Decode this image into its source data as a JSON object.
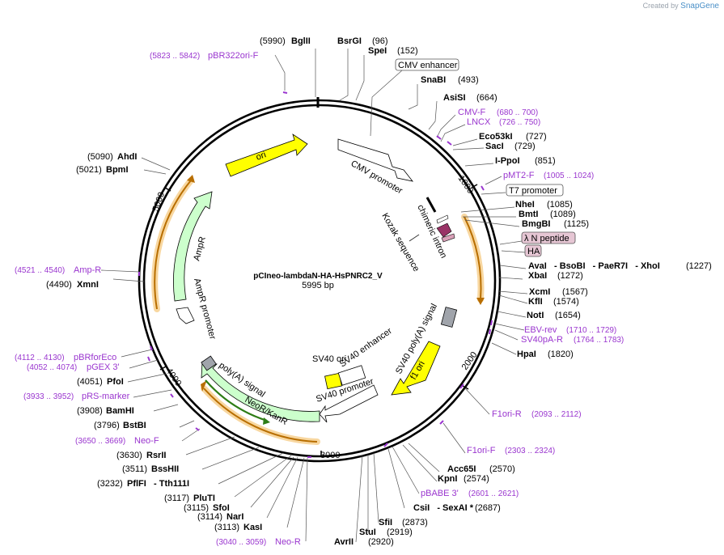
{
  "credit": {
    "prefix": "Created by",
    "brand": "SnapGene"
  },
  "plasmid": {
    "name": "pCIneo-lambdaN-HA-HsPNRC2_V",
    "size": "5995 bp"
  },
  "ticks": [
    "1000",
    "2000",
    "3000",
    "4000",
    "5000"
  ],
  "features": {
    "ori": "ori",
    "cmv_promoter": "CMV promoter",
    "chimeric_intron": "chimeric intron",
    "kozak": "Kozak sequence",
    "ampr": "AmpR",
    "ampr_promoter": "AmpR promoter",
    "sv40_polya": "SV40 poly(A) signal",
    "f1_ori": "f1 ori",
    "sv40_ori": "SV40 ori",
    "sv40_enhancer": "SV40 enhancer",
    "sv40_promoter": "SV40 promoter",
    "polya_signal": "poly(A) signal",
    "neor": "NeoR/KanR"
  },
  "boxed": {
    "cmv_enhancer": "CMV enhancer",
    "t7_promoter": "T7 promoter",
    "lambda_n": "λ N peptide",
    "ha": "HA"
  },
  "sites": {
    "bglII_pos": "(5990)",
    "bglII": "BglII",
    "bsrGI": "BsrGI",
    "bsrGI_pos": "(96)",
    "speI": "SpeI",
    "speI_pos": "(152)",
    "snaBI": "SnaBI",
    "snaBI_pos": "(493)",
    "asiSI": "AsiSI",
    "asiSI_pos": "(664)",
    "eco53kI": "Eco53kI",
    "eco53kI_pos": "(727)",
    "sacI": "SacI",
    "sacI_pos": "(729)",
    "ippoI": "I-PpoI",
    "ippoI_pos": "(851)",
    "nheI": "NheI",
    "nheI_pos": "(1085)",
    "bmtI": "BmtI",
    "bmtI_pos": "(1089)",
    "bmgBI": "BmgBI",
    "bmgBI_pos": "(1125)",
    "avaI_line": "AvaI   - BsoBI   - PaeR7I   - XhoI",
    "avaI_pos": "(1227)",
    "xbaI": "XbaI",
    "xbaI_pos": "(1272)",
    "xcmI": "XcmI",
    "xcmI_pos": "(1567)",
    "kflI": "KflI",
    "kflI_pos": "(1574)",
    "notI": "NotI",
    "notI_pos": "(1654)",
    "hpaI": "HpaI",
    "hpaI_pos": "(1820)",
    "acc65I": "Acc65I",
    "acc65I_pos": "(2570)",
    "kpnI": "KpnI",
    "kpnI_pos": "(2574)",
    "csiI_line": "CsiI   - SexAI *",
    "csiI_pos": "(2687)",
    "sfiI": "SfiI",
    "sfiI_pos": "(2873)",
    "stuI": "StuI",
    "stuI_pos": "(2919)",
    "avrII": "AvrII",
    "avrII_pos": "(2920)",
    "kasI_pos": "(3113)",
    "kasI": "KasI",
    "narI_pos": "(3114)",
    "narI": "NarI",
    "sfoI_pos": "(3115)",
    "sfoI": "SfoI",
    "pluTI_pos": "(3117)",
    "pluTI": "PluTI",
    "pflFI_pos": "(3232)",
    "pflFI_line": "PflFI   - Tth111I",
    "bssHII_pos": "(3511)",
    "bssHII": "BssHII",
    "rsrII_pos": "(3630)",
    "rsrII": "RsrII",
    "bstBI_pos": "(3796)",
    "bstBI": "BstBI",
    "bamHI_pos": "(3908)",
    "bamHI": "BamHI",
    "pfoI_pos": "(4051)",
    "pfoI": "PfoI",
    "xmnI_pos": "(4490)",
    "xmnI": "XmnI",
    "bpmI_pos": "(5021)",
    "bpmI": "BpmI",
    "ahdI_pos": "(5090)",
    "ahdI": "AhdI"
  },
  "primers": {
    "pbr322_range": "(5823 .. 5842)",
    "pbr322": "pBR322ori-F",
    "cmvf": "CMV-F",
    "cmvf_range": "(680 .. 700)",
    "lncx": "LNCX",
    "lncx_range": "(726 .. 750)",
    "pmt2f": "pMT2-F",
    "pmt2f_range": "(1005 .. 1024)",
    "ebvrev": "EBV-rev",
    "ebvrev_range": "(1710 .. 1729)",
    "sv40par": "SV40pA-R",
    "sv40par_range": "(1764 .. 1783)",
    "f1orir": "F1ori-R",
    "f1orir_range": "(2093 .. 2112)",
    "f1orif": "F1ori-F",
    "f1orif_range": "(2303 .. 2324)",
    "pbabe3": "pBABE 3'",
    "pbabe3_range": "(2601 .. 2621)",
    "neor_range": "(3040 .. 3059)",
    "neor": "Neo-R",
    "neof_range": "(3650 .. 3669)",
    "neof": "Neo-F",
    "prs_range": "(3933 .. 3952)",
    "prs": "pRS-marker",
    "pgex_range": "(4052 .. 4074)",
    "pgex": "pGEX 3'",
    "pbrfor_range": "(4112 .. 4130)",
    "pbrfor": "pBRforEco",
    "ampr_range": "(4521 .. 4540)",
    "ampr": "Amp-R"
  },
  "colors": {
    "ori": "#ffff00",
    "ampr": "#ccffcc",
    "f1ori": "#ffff00",
    "neor": "#ccffcc",
    "primer": "#9a36cf",
    "orf": "#e8a317",
    "lambda_n": "#993366",
    "ha": "#d9a0b8"
  }
}
